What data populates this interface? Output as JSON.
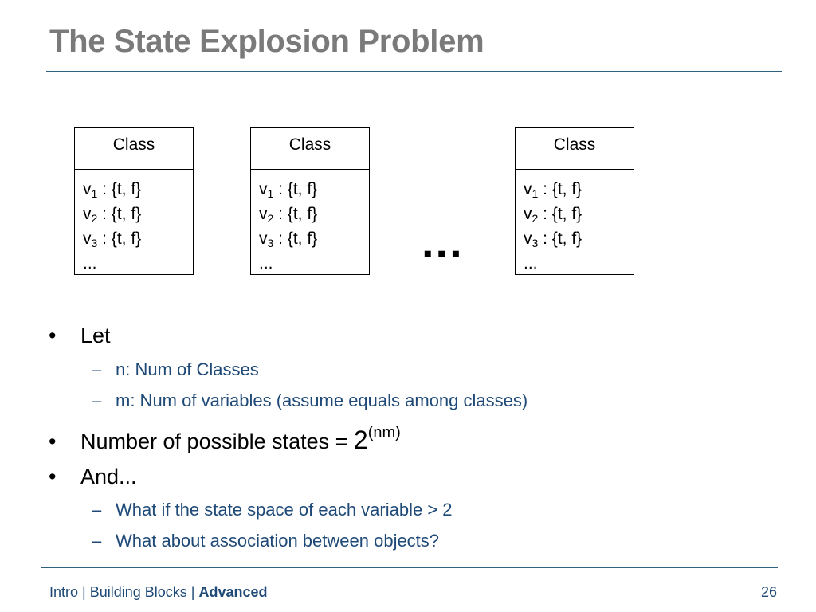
{
  "slide": {
    "title": "The State Explosion Problem",
    "page_number": "26"
  },
  "classes": [
    {
      "header": "Class",
      "rows": [
        {
          "base": "v",
          "sub": "1",
          "rest": " : {t, f}"
        },
        {
          "base": "v",
          "sub": "2",
          "rest": " : {t, f}"
        },
        {
          "base": "v",
          "sub": "3",
          "rest": " : {t, f}"
        },
        {
          "base": "...",
          "sub": "",
          "rest": ""
        }
      ]
    },
    {
      "header": "Class",
      "rows": [
        {
          "base": "v",
          "sub": "1",
          "rest": " : {t, f}"
        },
        {
          "base": "v",
          "sub": "2",
          "rest": " : {t, f}"
        },
        {
          "base": "v",
          "sub": "3",
          "rest": " : {t, f}"
        },
        {
          "base": "...",
          "sub": "",
          "rest": ""
        }
      ]
    },
    {
      "header": "Class",
      "rows": [
        {
          "base": "v",
          "sub": "1",
          "rest": " : {t, f}"
        },
        {
          "base": "v",
          "sub": "2",
          "rest": " : {t, f}"
        },
        {
          "base": "v",
          "sub": "3",
          "rest": " : {t, f}"
        },
        {
          "base": "...",
          "sub": "",
          "rest": ""
        }
      ]
    }
  ],
  "ellipsis": "...",
  "bullets": {
    "let": {
      "bullet": "•",
      "text": "Let",
      "subs": [
        {
          "dash": "–",
          "text": "n: Num of Classes"
        },
        {
          "dash": "–",
          "text": "m:  Num of variables (assume equals among classes)"
        }
      ]
    },
    "states": {
      "bullet": "•",
      "text": "Number of possible states = ",
      "base": "2",
      "exponent": "(nm)"
    },
    "and": {
      "bullet": "•",
      "text": "And...",
      "subs": [
        {
          "dash": "–",
          "text": "What if the state space of each variable > 2"
        },
        {
          "dash": "–",
          "text": "What about association between objects?"
        }
      ]
    }
  },
  "footer": {
    "nav": [
      {
        "label": "Intro",
        "active": false
      },
      {
        "label": "Building Blocks",
        "active": false
      },
      {
        "label": "Advanced",
        "active": true
      }
    ],
    "separator": " | "
  },
  "colors": {
    "title": "#7a7a7a",
    "rule": "#2e5f7f",
    "sub_bullet_text": "#1f4a78",
    "footer_text": "#1f4a78"
  }
}
